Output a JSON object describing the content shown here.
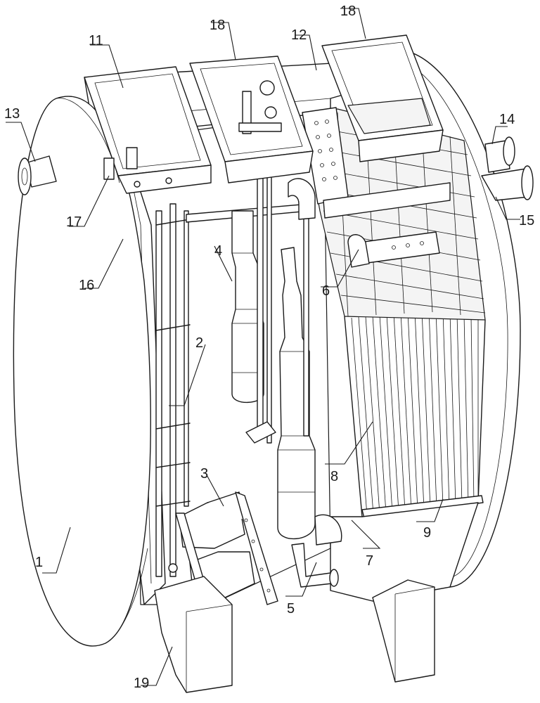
{
  "labels": [
    {
      "id": "1",
      "text": "1"
    },
    {
      "id": "2",
      "text": "2"
    },
    {
      "id": "3",
      "text": "3"
    },
    {
      "id": "4",
      "text": "4"
    },
    {
      "id": "5",
      "text": "5"
    },
    {
      "id": "6",
      "text": "6"
    },
    {
      "id": "7",
      "text": "7"
    },
    {
      "id": "8",
      "text": "8"
    },
    {
      "id": "9",
      "text": "9"
    },
    {
      "id": "11",
      "text": "11"
    },
    {
      "id": "12",
      "text": "12"
    },
    {
      "id": "13",
      "text": "13"
    },
    {
      "id": "14",
      "text": "14"
    },
    {
      "id": "15",
      "text": "15"
    },
    {
      "id": "16",
      "text": "16"
    },
    {
      "id": "17",
      "text": "17"
    },
    {
      "id": "18a",
      "text": "18"
    },
    {
      "id": "18b",
      "text": "18"
    },
    {
      "id": "19",
      "text": "19"
    }
  ]
}
